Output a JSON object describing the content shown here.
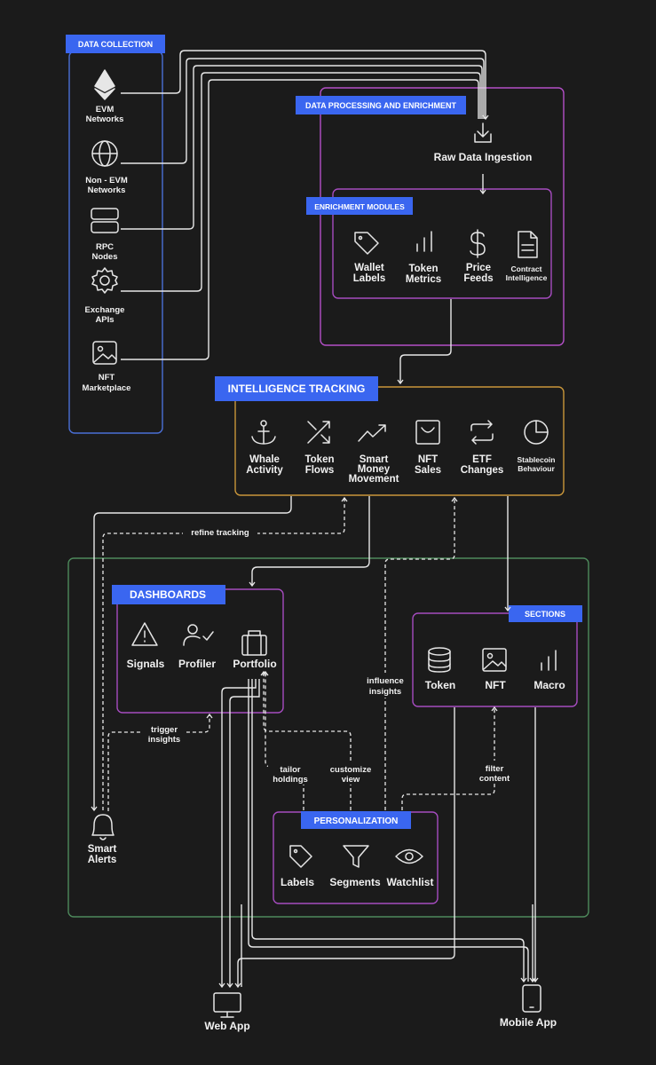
{
  "sections": {
    "data_collection": "DATA COLLECTION",
    "processing": "DATA PROCESSING AND ENRICHMENT",
    "enrichment_modules": "ENRICHMENT MODULES",
    "intelligence": "INTELLIGENCE TRACKING",
    "dashboards": "DASHBOARDS",
    "sections": "SECTIONS",
    "personalization": "PERSONALIZATION"
  },
  "sources": [
    {
      "icon": "ethereum-icon",
      "lines": [
        "EVM",
        "Networks"
      ]
    },
    {
      "icon": "globe-icon",
      "lines": [
        "Non - EVM",
        "Networks"
      ]
    },
    {
      "icon": "server-icon",
      "lines": [
        "RPC",
        "Nodes"
      ]
    },
    {
      "icon": "gear-icon",
      "lines": [
        "Exchange",
        "APIs"
      ]
    },
    {
      "icon": "image-icon",
      "lines": [
        "NFT",
        "Marketplace"
      ]
    }
  ],
  "ingestion": {
    "icon": "download-icon",
    "label": "Raw Data Ingestion"
  },
  "modules": [
    {
      "icon": "tag-icon",
      "lines": [
        "Wallet",
        "Labels"
      ]
    },
    {
      "icon": "bar-chart-icon",
      "lines": [
        "Token",
        "Metrics"
      ]
    },
    {
      "icon": "dollar-icon",
      "lines": [
        "Price",
        "Feeds"
      ]
    },
    {
      "icon": "document-icon",
      "lines": [
        "Contract",
        "Intelligence"
      ]
    }
  ],
  "tracking": [
    {
      "icon": "anchor-icon",
      "lines": [
        "Whale",
        "Activity"
      ]
    },
    {
      "icon": "shuffle-icon",
      "lines": [
        "Token",
        "Flows"
      ]
    },
    {
      "icon": "trend-up-icon",
      "lines": [
        "Smart",
        "Money",
        "Movement"
      ]
    },
    {
      "icon": "shopping-bag-icon",
      "lines": [
        "NFT",
        "Sales"
      ]
    },
    {
      "icon": "repeat-icon",
      "lines": [
        "ETF",
        "Changes"
      ]
    },
    {
      "icon": "pie-chart-icon",
      "lines": [
        "Stablecoin",
        "Behaviour"
      ]
    }
  ],
  "dashboards": [
    {
      "icon": "warning-icon",
      "label": "Signals"
    },
    {
      "icon": "user-check-icon",
      "label": "Profiler"
    },
    {
      "icon": "briefcase-icon",
      "label": "Portfolio"
    }
  ],
  "section_items": [
    {
      "icon": "database-icon",
      "label": "Token"
    },
    {
      "icon": "image-icon",
      "label": "NFT"
    },
    {
      "icon": "bar-chart-icon",
      "label": "Macro"
    }
  ],
  "personalization": [
    {
      "icon": "tag-icon",
      "label": "Labels"
    },
    {
      "icon": "filter-icon",
      "label": "Segments"
    },
    {
      "icon": "eye-icon",
      "label": "Watchlist"
    }
  ],
  "smart_alerts": {
    "icon": "bell-icon",
    "lines": [
      "Smart",
      "Alerts"
    ]
  },
  "web_app": {
    "icon": "monitor-icon",
    "label": "Web App"
  },
  "mobile_app": {
    "icon": "phone-icon",
    "label": "Mobile App"
  },
  "annotations": {
    "refine_tracking": [
      "refine tracking"
    ],
    "influence_insights": [
      "influence",
      "insights"
    ],
    "trigger_insights": [
      "trigger",
      "insights"
    ],
    "tailor_holdings": [
      "tailor",
      "holdings"
    ],
    "customize_view": [
      "customize",
      "view"
    ],
    "filter_content": [
      "filter",
      "content"
    ]
  },
  "colors": {
    "accent_tag": "#3a66f0",
    "data_collection_border": "#4a6fd6",
    "processing_border": "#b44fc8",
    "intelligence_border": "#c9963a",
    "platform_border": "#4e8a5c",
    "module_border": "#a64cc0"
  }
}
